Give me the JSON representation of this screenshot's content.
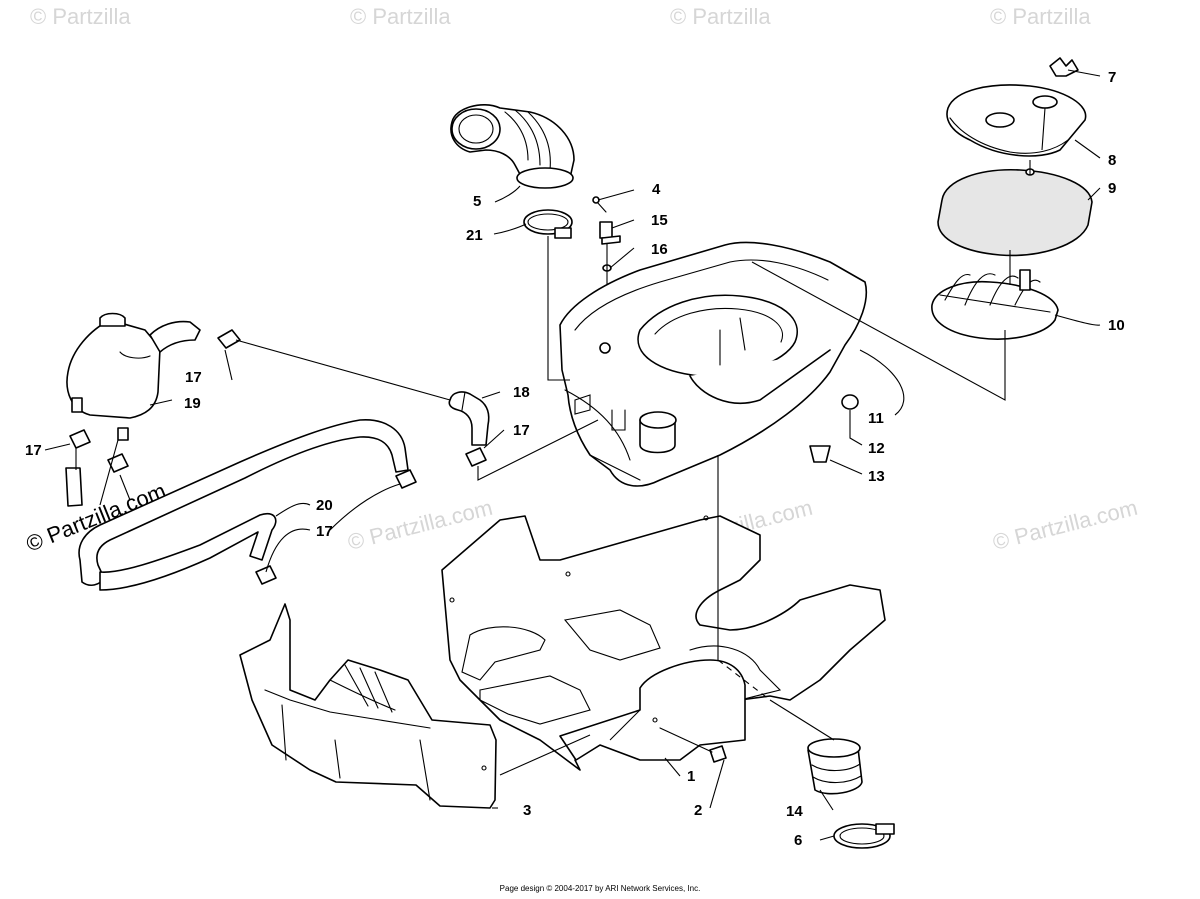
{
  "watermark": {
    "text": "© Partzilla.com",
    "top_fragment": "© Partzilla"
  },
  "callouts": [
    "1",
    "2",
    "3",
    "4",
    "5",
    "6",
    "7",
    "8",
    "9",
    "10",
    "11",
    "12",
    "13",
    "14",
    "15",
    "16",
    "17",
    "18",
    "19",
    "20",
    "21"
  ],
  "footer": "Page design © 2004-2017 by ARI Network Services, Inc."
}
